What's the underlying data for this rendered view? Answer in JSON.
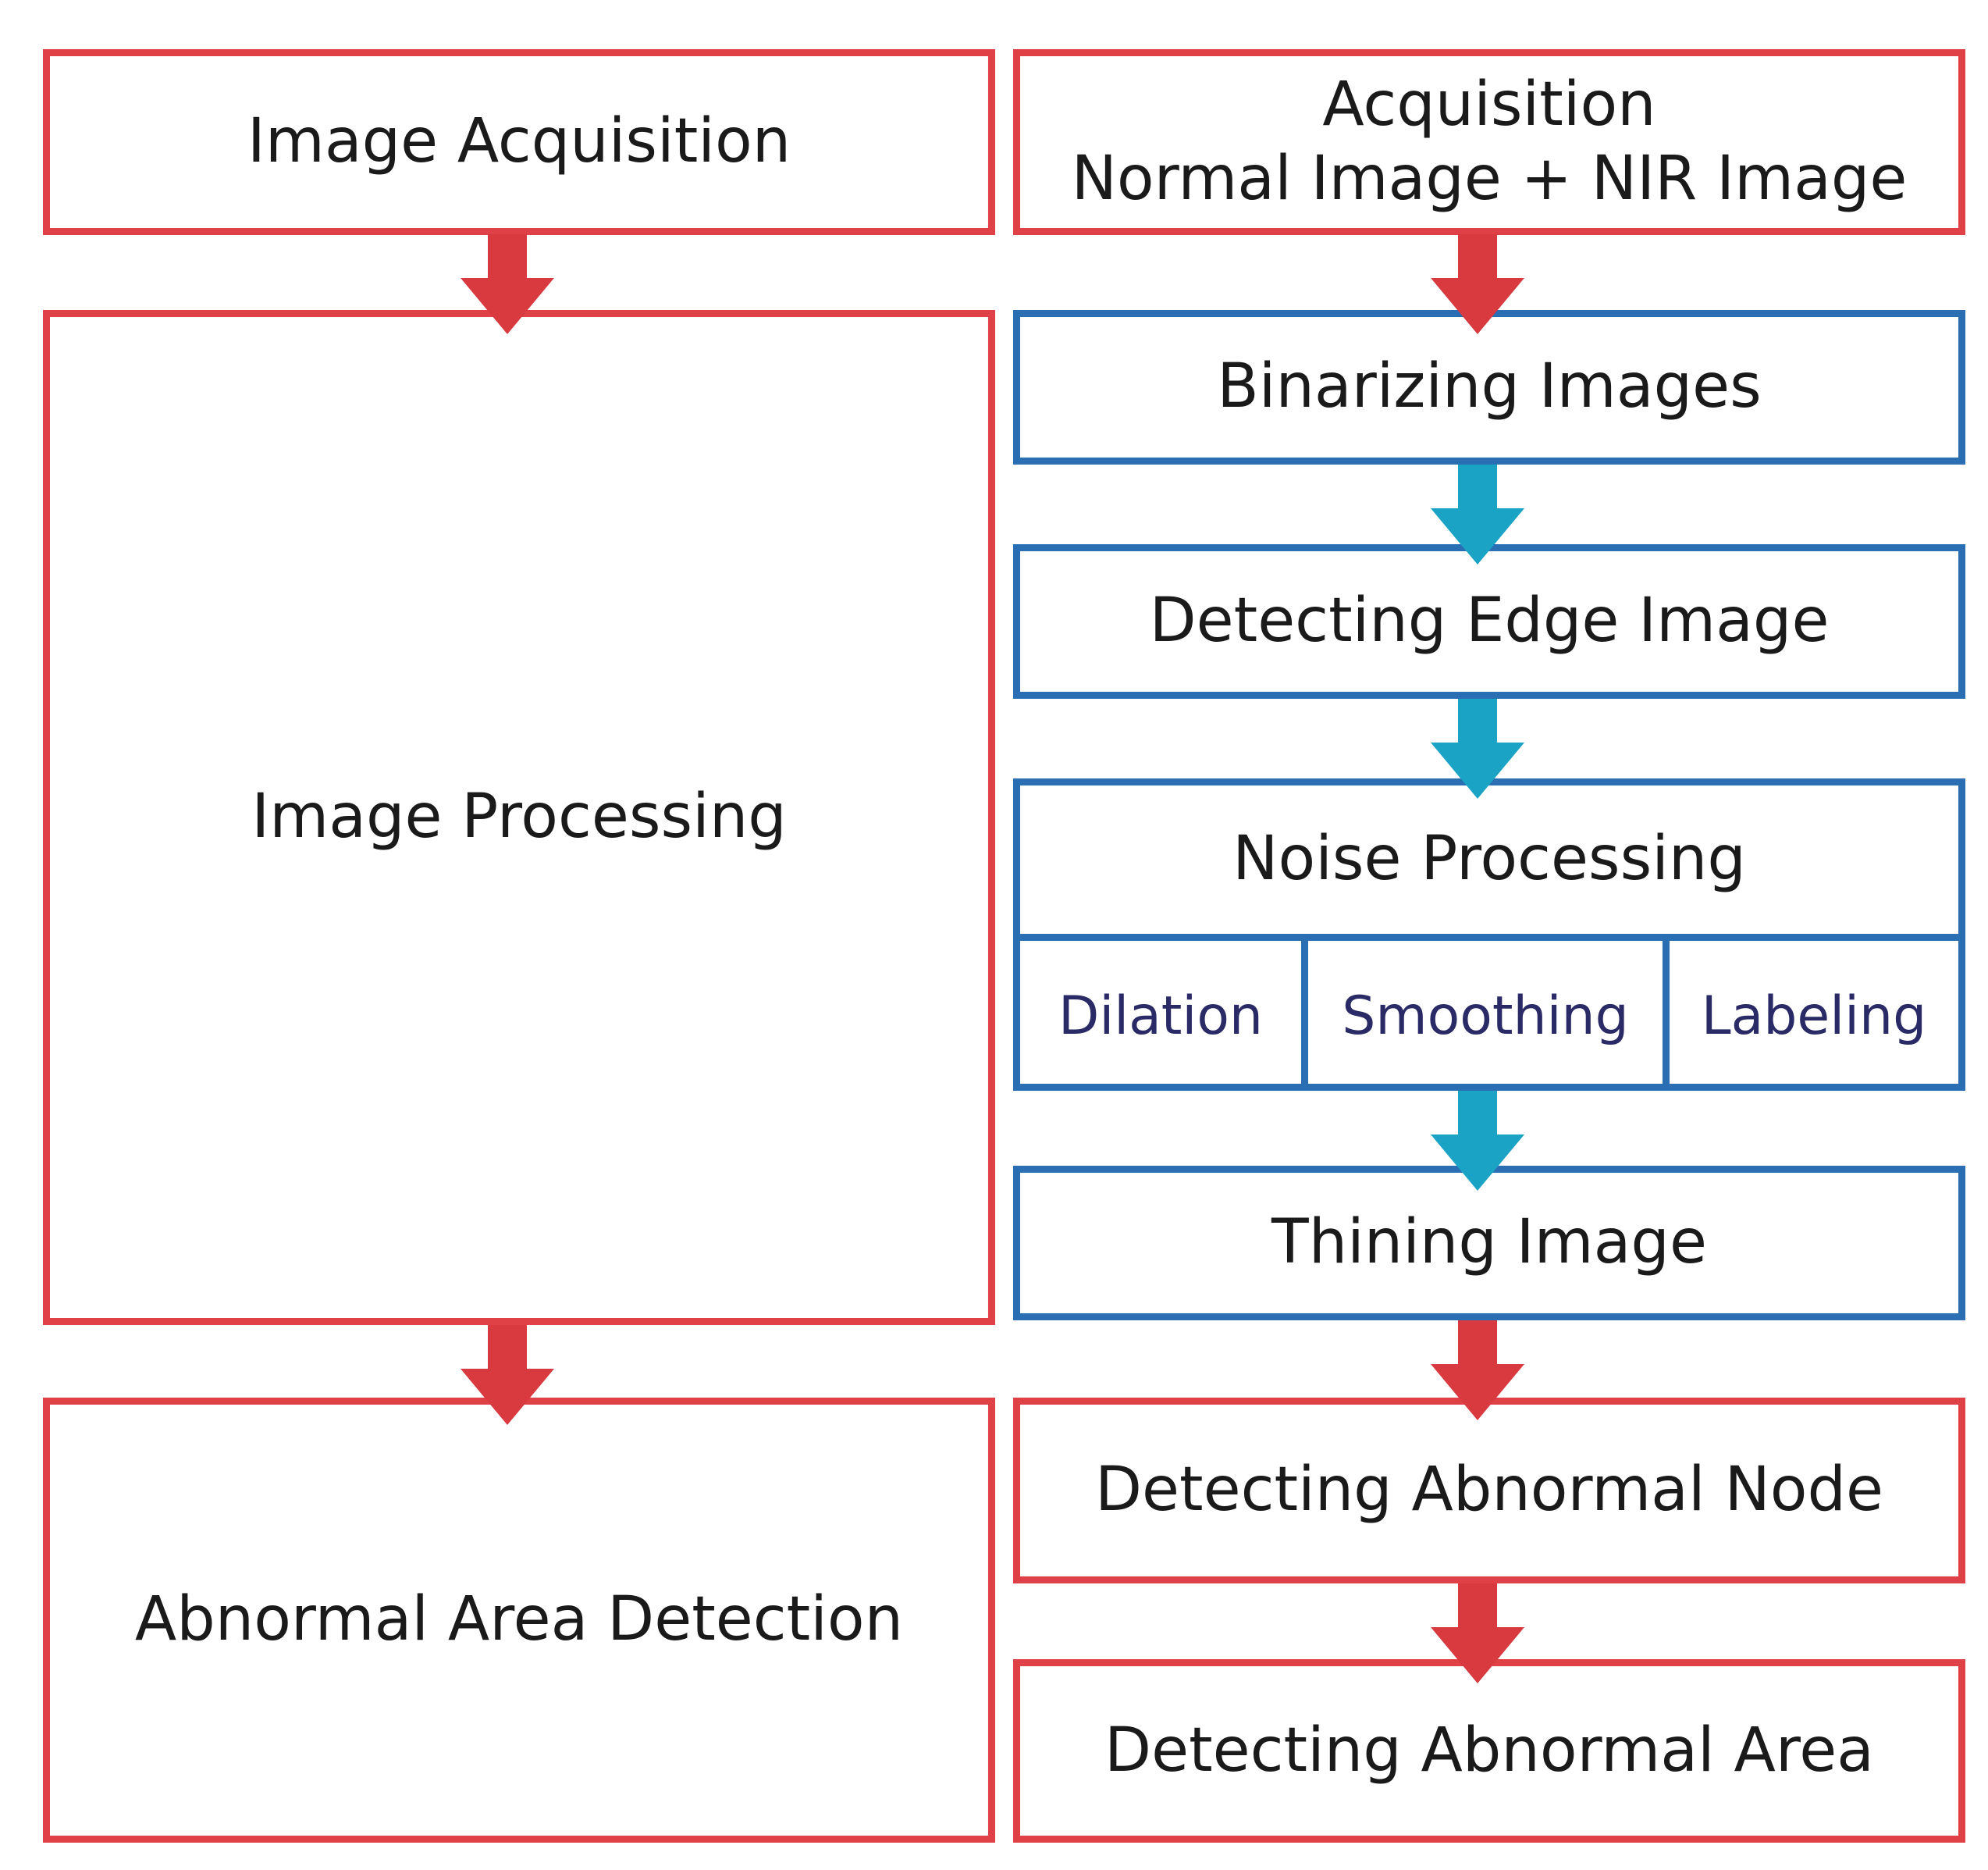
{
  "left": {
    "acquisition": "Image Acquisition",
    "processing": "Image Processing",
    "detection": "Abnormal Area Detection"
  },
  "right": {
    "acquisition_line1": "Acquisition",
    "acquisition_line2": "Normal Image +  NIR Image",
    "binarizing": "Binarizing Images",
    "edge": "Detecting Edge Image",
    "noise": "Noise Processing",
    "noise_steps": [
      "Dilation",
      "Smoothing",
      "Labeling"
    ],
    "thinning": "Thining Image",
    "abnormal_node": "Detecting Abnormal Node",
    "abnormal_area": "Detecting Abnormal Area"
  },
  "colors": {
    "red_border": "#e04147",
    "blue_border": "#2a6fb3",
    "red_arrow": "#d93a3f",
    "teal_arrow": "#1aa3c4"
  }
}
